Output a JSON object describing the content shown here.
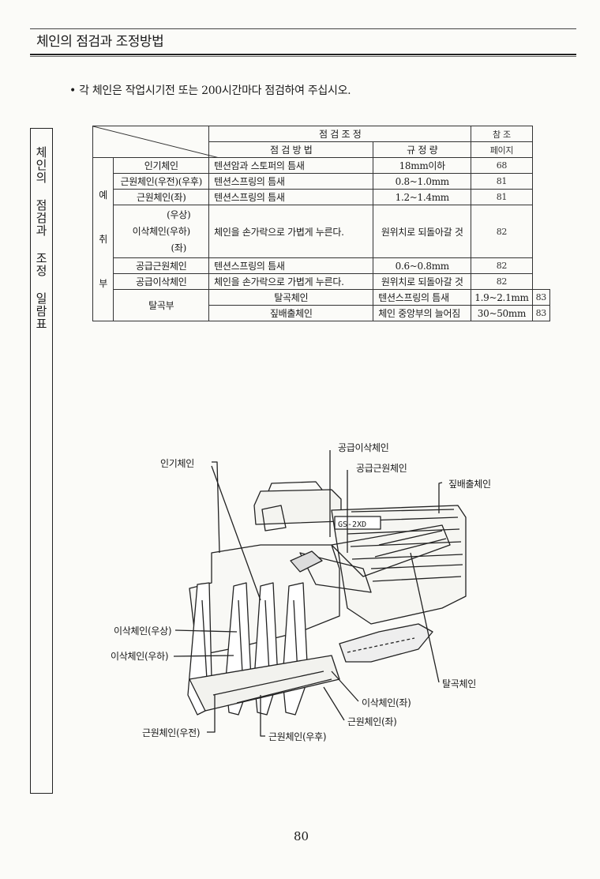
{
  "header": {
    "title": "체인의 점검과 조정방법"
  },
  "intro": "• 각 체인은 작업시기전 또는 200시간마다 점검하여 주십시오.",
  "side_title": "체인의 점검과 조정 일람표",
  "table": {
    "head_group": "점 검 조 정",
    "head_method": "점 검 방 법",
    "head_spec": "규 정 량",
    "head_ref1": "참 조",
    "head_ref2": "페이지",
    "group_yechwi": [
      "예",
      "취",
      "부"
    ],
    "group_talgok": "탈곡부",
    "rows": [
      {
        "name": "인기체인",
        "method": "텐션암과 스토퍼의 틈새",
        "spec": "18mm이하",
        "ref": "68"
      },
      {
        "name": "근원체인(우전)(우후)",
        "method": "텐션스프링의 틈새",
        "spec": "0.8~1.0mm",
        "ref": "81"
      },
      {
        "name": "근원체인(좌)",
        "method": "텐션스프링의 틈새",
        "spec": "1.2~1.4mm",
        "ref": "81"
      },
      {
        "name_lines": [
          "(우상)",
          "이삭체인(우하)",
          "(좌)"
        ],
        "method": "체인을 손가락으로 가볍게 누른다.",
        "spec": "원위치로 되돌아갈 것",
        "ref": "82"
      },
      {
        "name": "공급근원체인",
        "method": "텐션스프링의 틈새",
        "spec": "0.6~0.8mm",
        "ref": "82"
      },
      {
        "name": "공급이삭체인",
        "method": "체인을 손가락으로 가볍게 누른다.",
        "spec": "원위치로 되돌아갈 것",
        "ref": "82"
      },
      {
        "name": "탈곡체인",
        "method": "텐션스프링의 틈새",
        "spec": "1.9~2.1mm",
        "ref": "83"
      },
      {
        "name": "짚배출체인",
        "method": "체인 중앙부의 늘어짐",
        "spec": "30~50mm",
        "ref": "83"
      }
    ]
  },
  "figure_labels": {
    "gonggeup_isak": "공급이삭체인",
    "gonggeup_geunwon": "공급근원체인",
    "jipbaechul": "짚배출체인",
    "ingi": "인기체인",
    "isak_usang": "이삭체인(우상)",
    "isak_uha": "이삭체인(우하)",
    "talgok": "탈곡체인",
    "isak_jwa": "이삭체인(좌)",
    "geunwon_jwa": "근원체인(좌)",
    "geunwon_ujeon": "근원체인(우전)",
    "geunwon_uhu": "근원체인(우후)"
  },
  "machine_plate": "GS-2XD",
  "page_number": "80"
}
